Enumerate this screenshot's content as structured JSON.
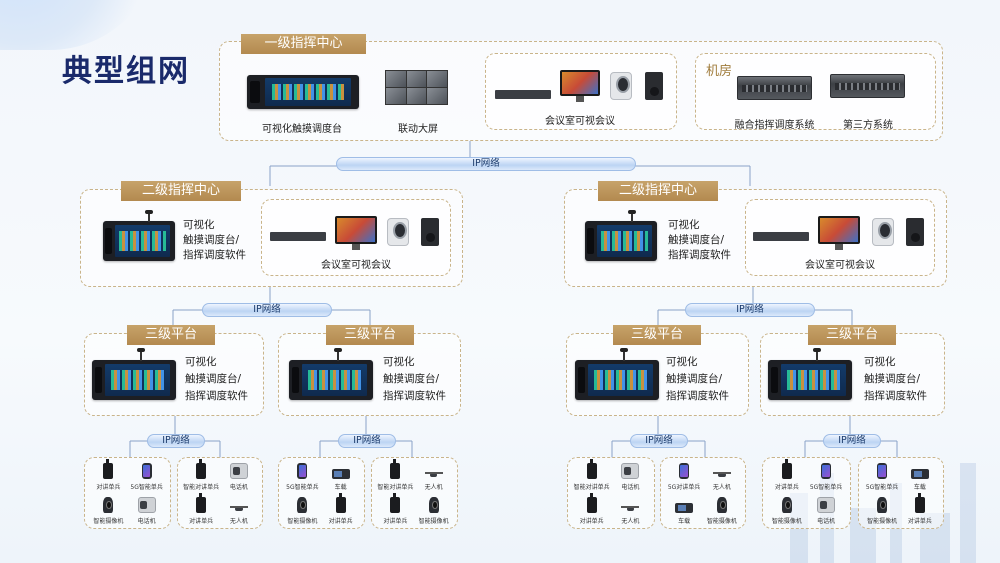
{
  "page": {
    "title": "典型组网"
  },
  "network_label": "IP网络",
  "level1": {
    "title": "一级指挥中心",
    "console_label": "可视化触摸调度台",
    "videowall_label": "联动大屏",
    "conference_label": "会议室可视会议",
    "machine_room": {
      "title": "机房",
      "server1_label": "融合指挥调度系统",
      "server2_label": "第三方系统"
    }
  },
  "level2": {
    "title": "二级指挥中心",
    "console_label_lines": [
      "可视化",
      "触摸调度台/",
      "指挥调度软件"
    ],
    "conference_label": "会议室可视会议"
  },
  "level3": {
    "title": "三级平台",
    "console_label_lines": [
      "可视化",
      "触摸调度台/",
      "指挥调度软件"
    ]
  },
  "terminal_groups": [
    [
      "对讲单兵",
      "5G智能单兵",
      "智能摄像机",
      "电话机"
    ],
    [
      "智能对讲单兵",
      "电话机",
      "对讲单兵",
      "无人机"
    ],
    [
      "5G智能单兵",
      "车载",
      "智能摄像机",
      "对讲单兵"
    ],
    [
      "智能对讲单兵",
      "无人机",
      "对讲单兵",
      "智能摄像机"
    ],
    [
      "智能对讲单兵",
      "电话机",
      "对讲单兵",
      "无人机"
    ],
    [
      "5G对讲单兵",
      "无人机",
      "车载",
      "智能摄像机"
    ],
    [
      "对讲单兵",
      "5G智能单兵",
      "智能摄像机",
      "电话机"
    ],
    [
      "5G智能单兵",
      "车载",
      "智能摄像机",
      "对讲单兵"
    ]
  ],
  "icons": {
    "console": "dispatch-console-icon",
    "videowall": "video-wall-icon",
    "conference": "conference-equipment-icon",
    "server": "rack-server-icon"
  },
  "colors": {
    "title": "#1a2a6b",
    "zone_title_bg": "#b3894f",
    "pipe": "#bcd4f3",
    "line": "#8aa2c8"
  }
}
